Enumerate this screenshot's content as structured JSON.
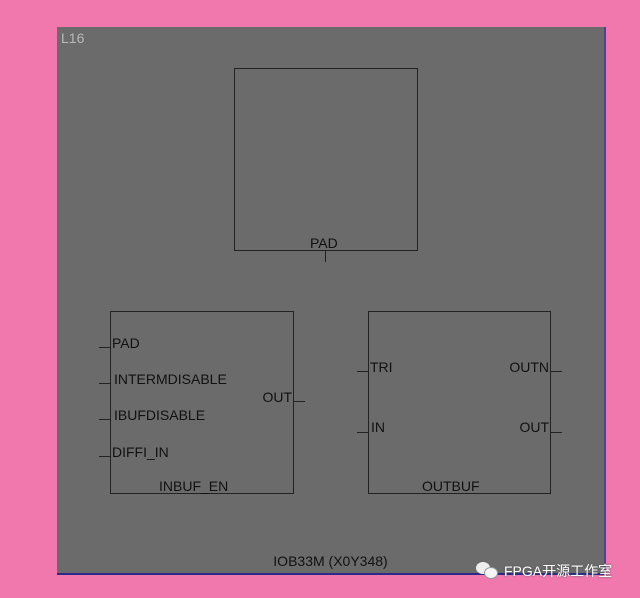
{
  "site": {
    "label": "L16",
    "name": "IOB33M (X0Y348)"
  },
  "pad_block": {
    "pin_label": "PAD"
  },
  "inbuf_block": {
    "name": "INBUF_EN",
    "inputs": [
      "PAD",
      "INTERMDISABLE",
      "IBUFDISABLE",
      "DIFFI_IN"
    ],
    "outputs": [
      "OUT"
    ]
  },
  "outbuf_block": {
    "name": "OUTBUF",
    "inputs": [
      "TRI",
      "IN"
    ],
    "outputs": [
      "OUTN",
      "OUT"
    ]
  },
  "watermark": {
    "icon": "wechat-icon",
    "text": "FPGA开源工作室"
  },
  "colors": {
    "background": "#f078ad",
    "panel": "#6b6b6b",
    "lines": "#222222",
    "site_label": "#b8b8b8"
  }
}
